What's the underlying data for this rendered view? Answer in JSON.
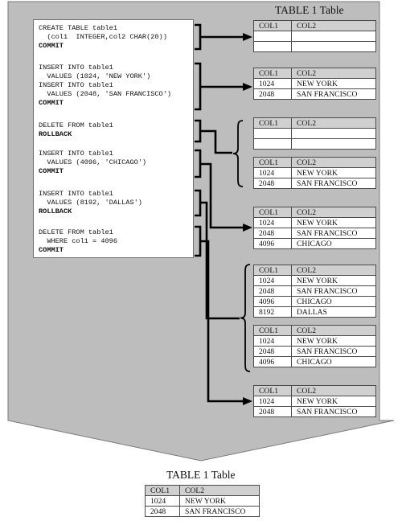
{
  "top_title": "TABLE 1 Table",
  "bottom_title": "TABLE 1 Table",
  "columns": [
    "COL1",
    "COL2"
  ],
  "statements": [
    {
      "lines": [
        "CREATE TABLE table1",
        "  (col1  INTEGER,col2 CHAR(20))",
        "COMMIT"
      ]
    },
    {
      "lines": [
        "INSERT INTO table1",
        "  VALUES (1024, 'NEW YORK')",
        "INSERT INTO table1",
        "  VALUES (2048, 'SAN FRANCISCO')",
        "COMMIT"
      ]
    },
    {
      "lines": [
        "DELETE FROM table1",
        "ROLLBACK"
      ]
    },
    {
      "lines": [
        "INSERT INTO table1",
        "  VALUES (4096, 'CHICAGO')",
        "COMMIT"
      ]
    },
    {
      "lines": [
        "INSERT INTO table1",
        "  VALUES (8192, 'DALLAS')",
        "ROLLBACK"
      ]
    },
    {
      "lines": [
        "DELETE FROM table1",
        "  WHERE col1 = 4096",
        "COMMIT"
      ]
    }
  ],
  "tables": [
    {
      "rows": [
        [
          "",
          ""
        ],
        [
          "",
          ""
        ]
      ]
    },
    {
      "rows": [
        [
          "1024",
          "NEW YORK"
        ],
        [
          "2048",
          "SAN FRANCISCO"
        ]
      ]
    },
    {
      "rows": [
        [
          "",
          ""
        ],
        [
          "",
          ""
        ]
      ]
    },
    {
      "rows": [
        [
          "1024",
          "NEW YORK"
        ],
        [
          "2048",
          "SAN FRANCISCO"
        ]
      ]
    },
    {
      "rows": [
        [
          "1024",
          "NEW YORK"
        ],
        [
          "2048",
          "SAN FRANCISCO"
        ],
        [
          "4096",
          "CHICAGO"
        ]
      ]
    },
    {
      "rows": [
        [
          "1024",
          "NEW YORK"
        ],
        [
          "2048",
          "SAN FRANCISCO"
        ],
        [
          "4096",
          "CHICAGO"
        ],
        [
          "8192",
          "DALLAS"
        ]
      ]
    },
    {
      "rows": [
        [
          "1024",
          "NEW YORK"
        ],
        [
          "2048",
          "SAN FRANCISCO"
        ],
        [
          "4096",
          "CHICAGO"
        ]
      ]
    },
    {
      "rows": [
        [
          "1024",
          "NEW YORK"
        ],
        [
          "2048",
          "SAN FRANCISCO"
        ]
      ]
    }
  ],
  "final_table": {
    "rows": [
      [
        "1024",
        "NEW YORK"
      ],
      [
        "2048",
        "SAN FRANCISCO"
      ]
    ]
  },
  "colors": {
    "background_arrow": "#bdbdbd",
    "header_fill": "#d0d0d0",
    "line": "#000000"
  }
}
